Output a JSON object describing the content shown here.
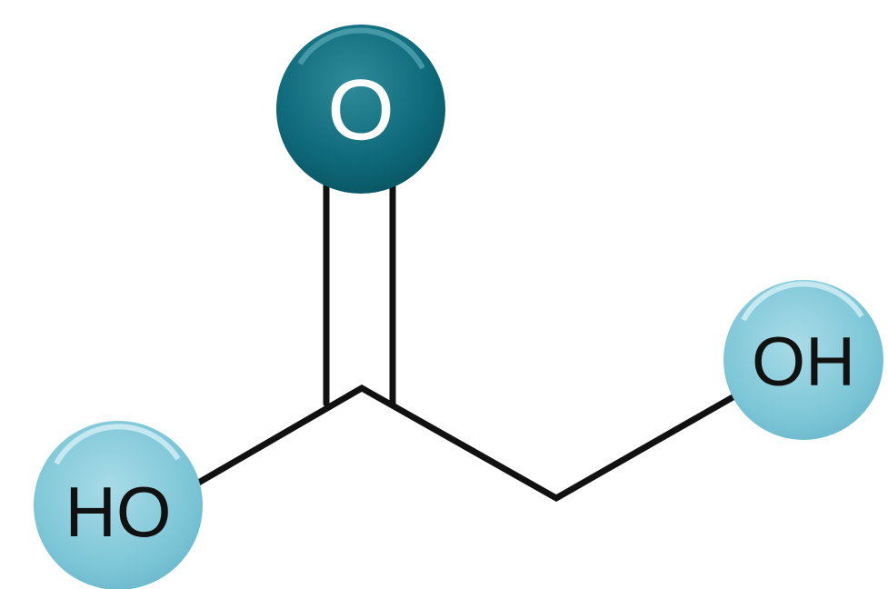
{
  "molecule": {
    "atoms": [
      {
        "id": "oxygen-double",
        "label": "O"
      },
      {
        "id": "hydroxyl-left",
        "label": "HO"
      },
      {
        "id": "hydroxyl-right",
        "label": "OH"
      }
    ]
  },
  "colors": {
    "bond": "#111111",
    "oxygen_fill": "#0e6a7a",
    "oxygen_highlight": "#3d94a3",
    "hydroxyl_fill": "#7ec7d8",
    "hydroxyl_highlight": "#c4e7f0",
    "oxygen_text": "#ffffff",
    "hydroxyl_text": "#111111"
  }
}
